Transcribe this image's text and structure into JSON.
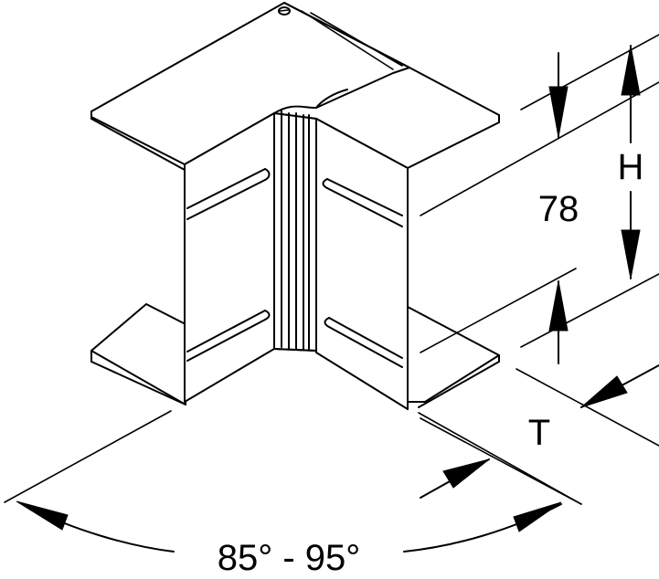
{
  "diagram": {
    "dimensions": {
      "height_symbol": "H",
      "height_value": "78",
      "thickness_symbol": "T",
      "angle_range": "85° - 95°"
    }
  }
}
